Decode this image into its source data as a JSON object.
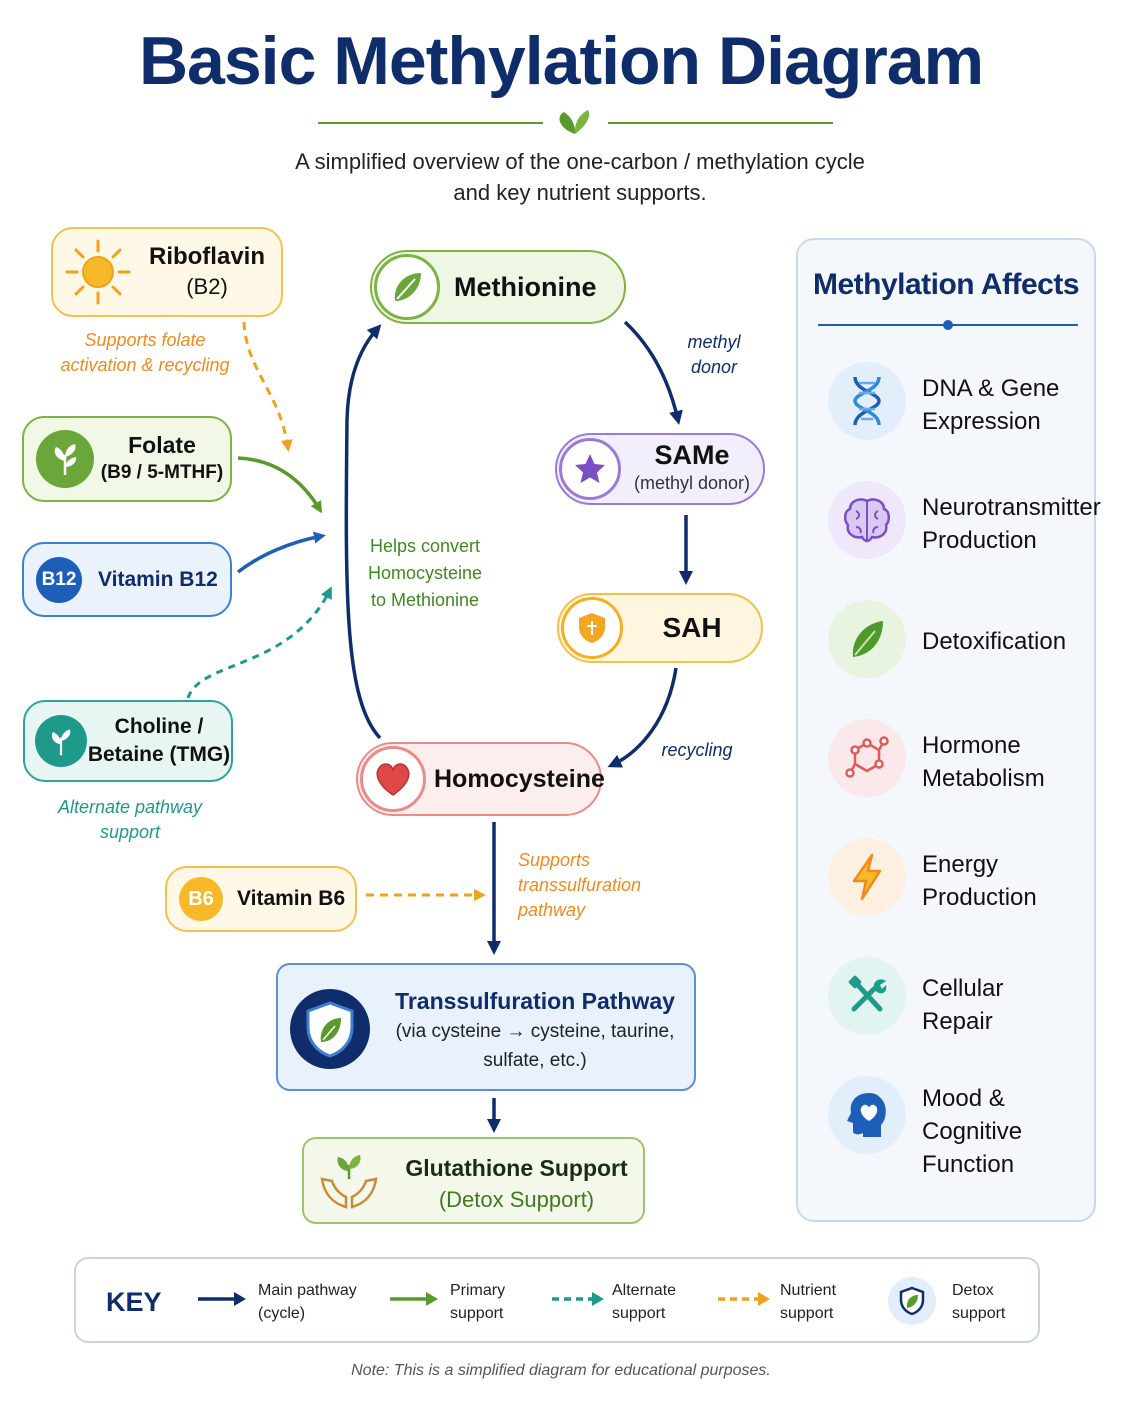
{
  "title": "Basic Methylation Diagram",
  "subtitle_line1": "A simplified overview of the one-carbon / methylation cycle",
  "subtitle_line2": "and key nutrient supports.",
  "cycle": {
    "methionine": "Methionine",
    "same": "SAMe",
    "same_sub": "(methyl donor)",
    "sah": "SAH",
    "homocysteine": "Homocysteine",
    "methyl_donor_l1": "methyl",
    "methyl_donor_l2": "donor",
    "recycling": "recycling",
    "helps_l1": "Helps convert",
    "helps_l2": "Homocysteine",
    "helps_l3": "to Methionine"
  },
  "nutrients": {
    "riboflavin": "Riboflavin",
    "riboflavin_sub": "(B2)",
    "riboflavin_note_l1": "Supports folate",
    "riboflavin_note_l2": "activation & recycling",
    "folate": "Folate",
    "folate_sub": "(B9 / 5-MTHF)",
    "b12_badge": "B12",
    "b12": "Vitamin B12",
    "choline_l1": "Choline /",
    "choline_l2": "Betaine (TMG)",
    "choline_note_l1": "Alternate pathway",
    "choline_note_l2": "support",
    "b6_badge": "B6",
    "b6": "Vitamin B6",
    "b6_note_l1": "Supports",
    "b6_note_l2": "transsulfuration",
    "b6_note_l3": "pathway"
  },
  "transsulfuration": {
    "title": "Transsulfuration Pathway",
    "line1": "(via cysteine → cysteine, taurine,",
    "line2": "sulfate, etc.)"
  },
  "glutathione": {
    "title": "Glutathione Support",
    "sub": "(Detox Support)"
  },
  "affects": {
    "title": "Methylation Affects",
    "items": [
      {
        "l1": "DNA & Gene",
        "l2": "Expression",
        "l3": ""
      },
      {
        "l1": "Neurotransmitter",
        "l2": "Production",
        "l3": ""
      },
      {
        "l1": "Detoxification",
        "l2": "",
        "l3": ""
      },
      {
        "l1": "Hormone",
        "l2": "Metabolism",
        "l3": ""
      },
      {
        "l1": "Energy",
        "l2": "Production",
        "l3": ""
      },
      {
        "l1": "Cellular",
        "l2": "Repair",
        "l3": ""
      },
      {
        "l1": "Mood &",
        "l2": "Cognitive",
        "l3": "Function"
      }
    ]
  },
  "key": {
    "title": "KEY",
    "main_l1": "Main pathway",
    "main_l2": "(cycle)",
    "primary_l1": "Primary",
    "primary_l2": "support",
    "alternate_l1": "Alternate",
    "alternate_l2": "support",
    "nutrient_l1": "Nutrient",
    "nutrient_l2": "support",
    "detox_l1": "Detox",
    "detox_l2": "support"
  },
  "footnote": "Note: This is a simplified diagram for educational purposes.",
  "colors": {
    "navy": "#0f2d6b",
    "green": "#5a9a2a",
    "orange": "#f0a21c",
    "teal": "#1e9a8a",
    "purple": "#7a4fc4",
    "red": "#e05a5a",
    "blue": "#1d5fb8"
  }
}
